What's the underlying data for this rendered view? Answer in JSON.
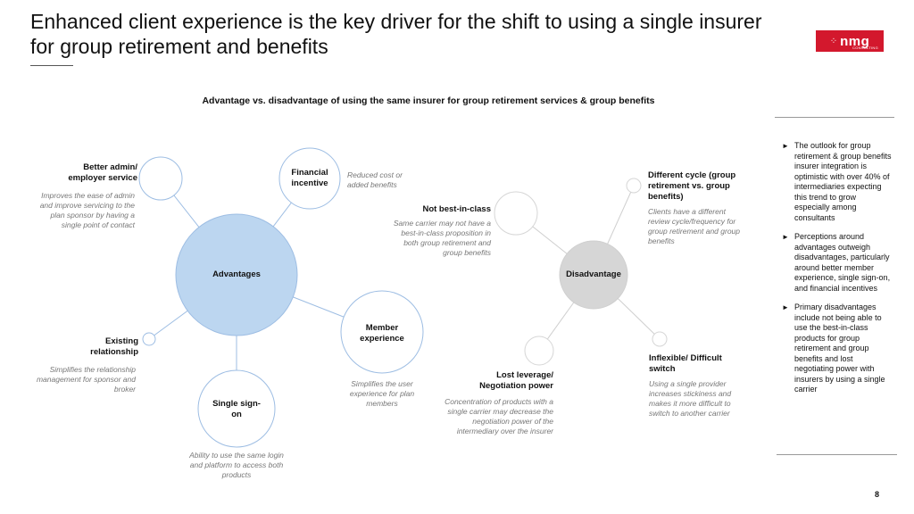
{
  "title": "Enhanced client experience is the key driver for the shift to using a single insurer for group retirement and benefits",
  "logo": {
    "text": "nmg",
    "subtext": "CONSULTING",
    "color": "#d3182d"
  },
  "subtitle": "Advantage vs. disadvantage of using the same insurer for group retirement services & group benefits",
  "advantages": {
    "center": "Advantages",
    "better_admin": {
      "label": "Better admin/ employer service",
      "desc": "Improves the ease of admin and improve servicing to the plan sponsor by having a single point of contact"
    },
    "financial": {
      "label": "Financial incentive",
      "desc": "Reduced cost or added benefits"
    },
    "existing": {
      "label": "Existing relationship",
      "desc": "Simplifies the relationship management for sponsor and broker"
    },
    "single_sign_on": {
      "label": "Single sign-on",
      "desc": "Ability to use the same login and platform to access both products"
    },
    "member": {
      "label": "Member experience",
      "desc": "Simplifies the user experience for plan members"
    }
  },
  "disadvantages": {
    "center": "Disadvantage",
    "best_in_class": {
      "label": "Not best-in-class",
      "desc": "Same carrier may not have a best-in-class proposition in both group retirement and group benefits"
    },
    "cycle": {
      "label": "Different cycle (group retirement vs. group benefits)",
      "desc": "Clients have a different review cycle/frequency for group retirement and group benefits"
    },
    "leverage": {
      "label": "Lost leverage/ Negotiation power",
      "desc": "Concentration of products with a single carrier may decrease the negotiation power of the intermediary over the insurer"
    },
    "inflexible": {
      "label": "Inflexible/ Difficult switch",
      "desc": "Using a single provider increases stickiness and makes it more difficult to switch to another carrier"
    }
  },
  "bullets": [
    "The outlook for group retirement & group benefits insurer integration is optimistic with over 40% of intermediaries expecting this trend to grow especially among consultants",
    "Perceptions around advantages outweigh disadvantages, particularly around better member experience, single sign-on, and financial incentives",
    "Primary disadvantages include not being able to use the best-in-class products for group retirement and group benefits and lost negotiating power with insurers by using a single carrier"
  ],
  "page_number": "8",
  "colors": {
    "adv_fill": "#bcd6f0",
    "adv_stroke": "#9dbde3",
    "dis_fill": "#d6d6d6",
    "dis_stroke": "#cfcfcf"
  }
}
